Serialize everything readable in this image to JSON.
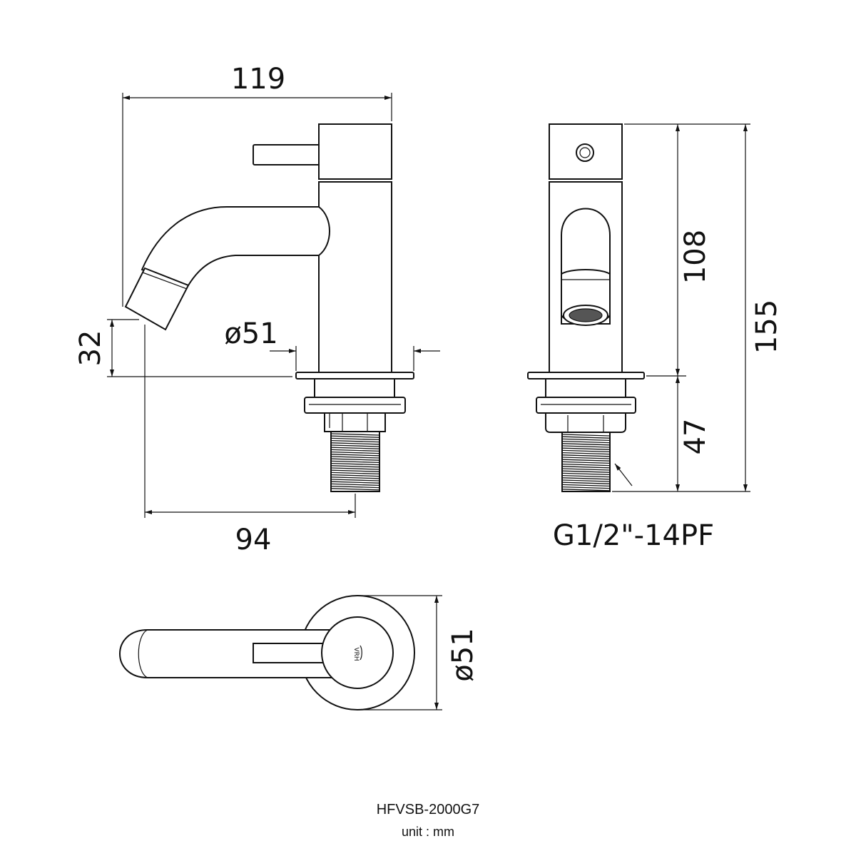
{
  "dimensions": {
    "overall_width": "119",
    "base_diameter_side": "ø51",
    "spout_height": "32",
    "reach": "94",
    "body_height": "108",
    "total_height": "155",
    "shank_length": "47",
    "thread_spec": "G1/2\"-14PF",
    "top_view_diameter": "ø51"
  },
  "logo_text": "VRH",
  "footer": {
    "model": "HFVSB-2000G7",
    "unit": "unit : mm"
  }
}
